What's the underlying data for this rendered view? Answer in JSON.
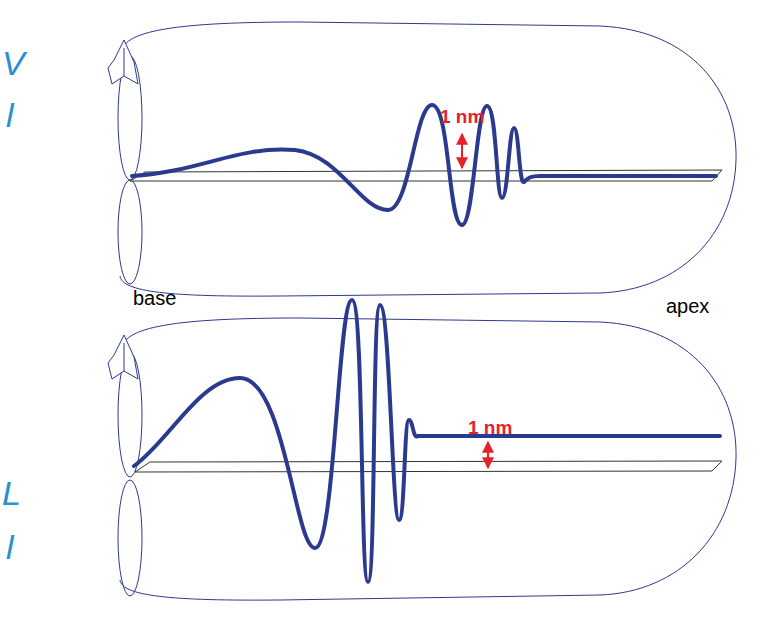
{
  "diagram": {
    "labels": [
      "V",
      "l",
      "1 nm",
      "base",
      "apex",
      "1 nm",
      "L",
      "l"
    ]
  }
}
